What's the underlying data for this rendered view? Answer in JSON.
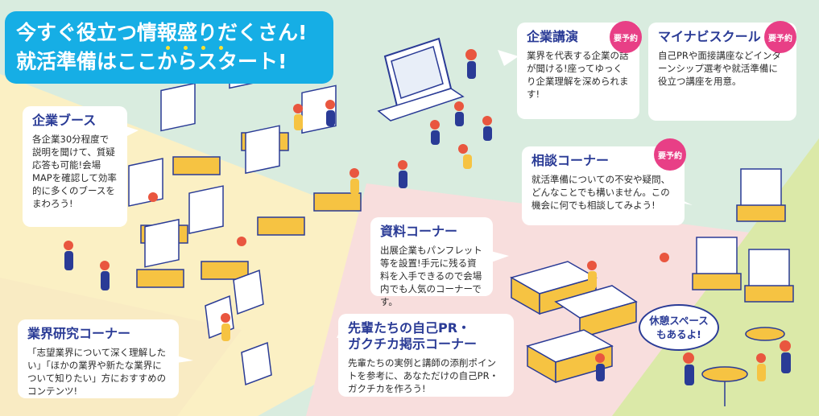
{
  "headline": {
    "line1": "今すぐ役立つ情報盛りだくさん!",
    "line2": "就活準備はここからスタート!"
  },
  "reservation_badge": "要予約",
  "sections": {
    "booth": {
      "title": "企業ブース",
      "body": "各企業30分程度で説明を聞けて、質疑応答も可能!会場MAPを確認して効率的に多くのブースをまわろう!"
    },
    "lecture": {
      "title": "企業講演",
      "body": "業界を代表する企業の話が聞ける!座ってゆっくり企業理解を深められます!"
    },
    "mynavi_school": {
      "title": "マイナビスクール",
      "body": "自己PRや面接講座などインターンシップ選考や就活準備に役立つ講座を用意。"
    },
    "consultation": {
      "title": "相談コーナー",
      "body": "就活準備についての不安や疑問、どんなことでも構いません。この機会に何でも相談してみよう!"
    },
    "materials": {
      "title": "資料コーナー",
      "body": "出展企業もパンフレット等を設置!手元に残る資料を入手できるので会場内でも人気のコーナーです。"
    },
    "industry_research": {
      "title": "業界研究コーナー",
      "body": "「志望業界について深く理解したい」「ほかの業界や新たな業界について知りたい」方におすすめのコンテンツ!"
    },
    "senpai": {
      "title_line1": "先輩たちの自己PR・",
      "title_line2": "ガクチカ掲示コーナー",
      "body": "先輩たちの実例と講師の添削ポイントを参考に、あなただけの自己PR・ガクチカを作ろう!"
    },
    "rest": {
      "line1": "休憩スペース",
      "line2": "もあるよ!"
    }
  },
  "colors": {
    "headline_bg": "#16aee5",
    "title_text": "#2a3b96",
    "badge": "#e83f86",
    "emphasis_dots": "#ffe12d",
    "zone_mint": "#d9ecdf",
    "zone_yellow": "#fbf0c4",
    "zone_pink": "#f8dedd",
    "zone_lime": "#dbe9a8"
  }
}
